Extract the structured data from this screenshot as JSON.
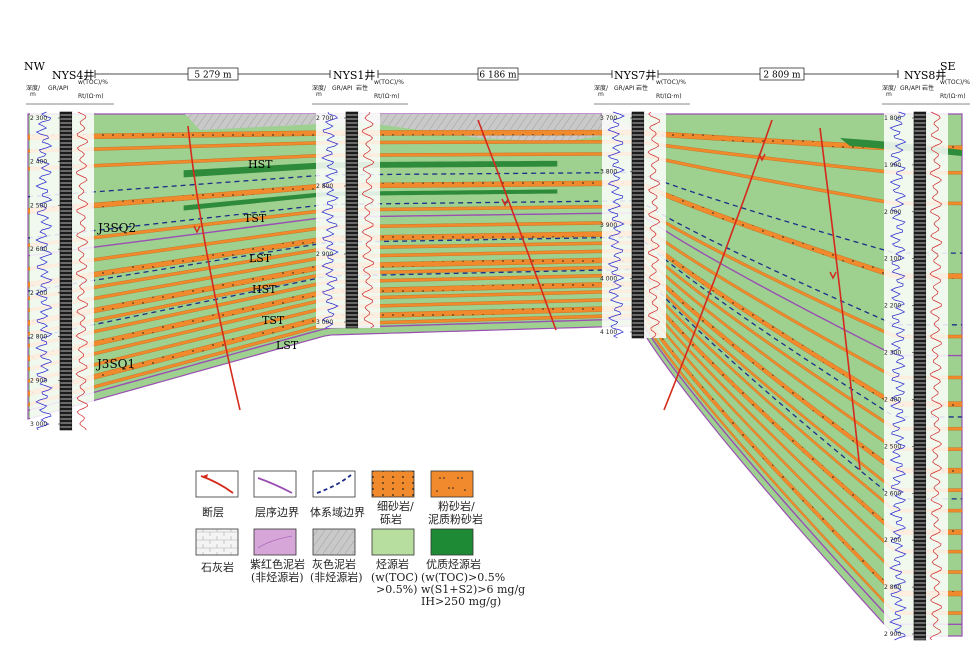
{
  "orientation": {
    "left": "NW",
    "right": "SE"
  },
  "wells": [
    {
      "name": "NYS4井",
      "depth_ticks": [
        "2 300",
        "2 400",
        "2 500",
        "2 600",
        "2 700",
        "2 800",
        "2 900",
        "3 000"
      ]
    },
    {
      "name": "NYS1井",
      "depth_ticks": [
        "2 700",
        "2 800",
        "2 900",
        "3 000"
      ]
    },
    {
      "name": "NYS7井",
      "depth_ticks": [
        "3 700",
        "3 800",
        "3 900",
        "4 000",
        "4 100"
      ]
    },
    {
      "name": "NYS8井",
      "depth_ticks": [
        "1 800",
        "1 900",
        "2 000",
        "2 100",
        "2 200",
        "2 300",
        "2 400",
        "2 500",
        "2 600",
        "2 700",
        "2 800",
        "2 900"
      ]
    }
  ],
  "distances": [
    "5 279 m",
    "6 186 m",
    "2 809 m"
  ],
  "well_header": {
    "depth_label": "深度/",
    "depth_unit": "m",
    "gr_label": "GR/API",
    "lith_label": "岩性",
    "toc_label": "w(TOC)/%",
    "rt_label": "Rt/(Ω·m)"
  },
  "system_tracts": [
    "HST",
    "TST",
    "LST",
    "HST",
    "TST",
    "LST"
  ],
  "sequences": [
    "J3SQ2",
    "J3SQ1"
  ],
  "legend": [
    {
      "key": "fault",
      "label": [
        "断层"
      ]
    },
    {
      "key": "seq-boundary",
      "label": [
        "层序边界"
      ]
    },
    {
      "key": "tract-boundary",
      "label": [
        "体系域边界"
      ]
    },
    {
      "key": "fine-sand",
      "label": [
        "细砂岩/",
        "砾岩"
      ]
    },
    {
      "key": "silt",
      "label": [
        "粉砂岩/",
        "泥质粉砂岩"
      ]
    },
    {
      "key": "limestone",
      "label": [
        "石灰岩"
      ]
    },
    {
      "key": "red-mud",
      "label": [
        "紫红色泥岩",
        "(非烃源岩)"
      ]
    },
    {
      "key": "grey-mud",
      "label": [
        "灰色泥岩",
        "(非烃源岩)"
      ]
    },
    {
      "key": "source-rock",
      "label": [
        "烃源岩",
        "(w(TOC)",
        ">0.5%)"
      ]
    },
    {
      "key": "quality-source",
      "label": [
        "优质烃源岩",
        "(w(TOC)>0.5%",
        "w(S1+S2)>6 mg/g",
        "IH>250 mg/g)"
      ]
    }
  ],
  "colors": {
    "sand": "#f08a2c",
    "green": "#9ed08f",
    "dark_green": "#2e8b3a",
    "grey": "#c9c9c9",
    "purple": "#9a4fb3",
    "fault": "#d42a1e",
    "tract_line": "#1e2d8a"
  }
}
